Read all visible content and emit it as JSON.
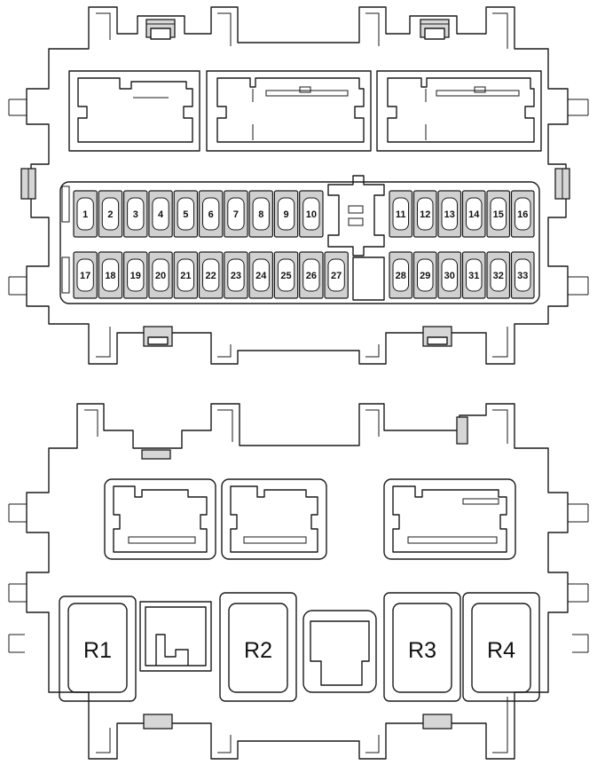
{
  "fuses_top_left": [
    "1",
    "2",
    "3",
    "4",
    "5",
    "6",
    "7",
    "8",
    "9",
    "10"
  ],
  "fuses_top_right": [
    "11",
    "12",
    "13",
    "14",
    "15",
    "16"
  ],
  "fuses_bottom_left": [
    "17",
    "18",
    "19",
    "20",
    "21",
    "22",
    "23",
    "24",
    "25",
    "26",
    "27"
  ],
  "fuses_bottom_right": [
    "28",
    "29",
    "30",
    "31",
    "32",
    "33"
  ],
  "relays": [
    "R1",
    "R2",
    "R3",
    "R4"
  ],
  "colors": {
    "line": "#1a1a1a",
    "fuse_fill": "#d0d0d0",
    "background": "#ffffff"
  }
}
